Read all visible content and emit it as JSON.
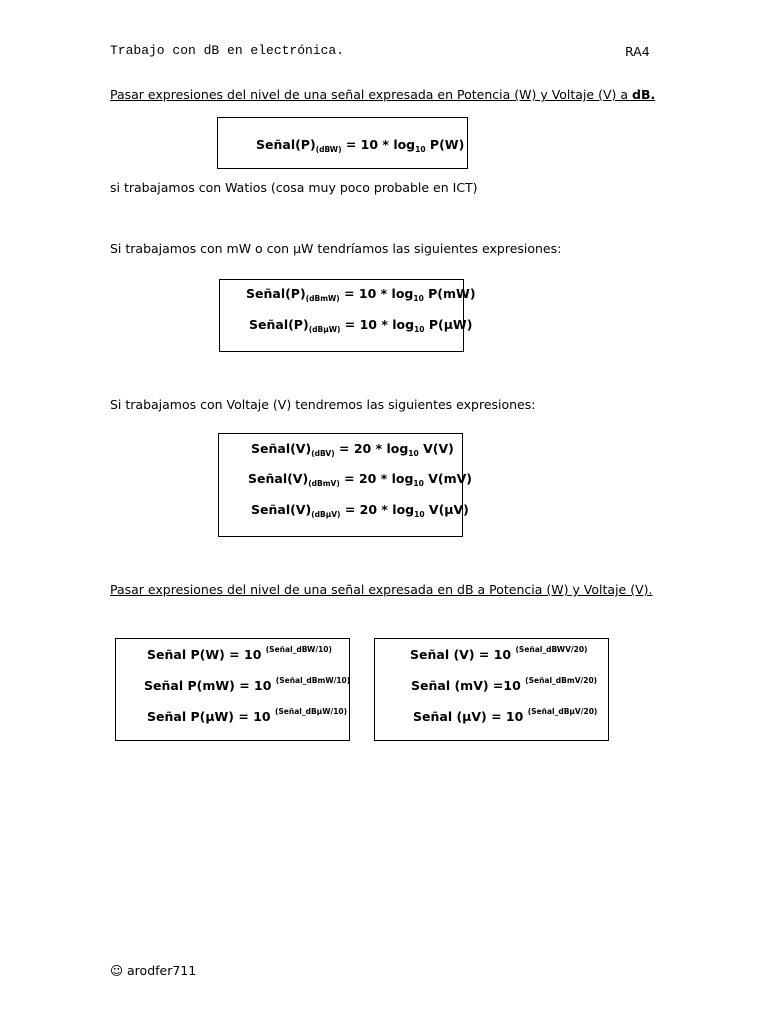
{
  "header": {
    "title": "Trabajo con dB en electrónica.",
    "code": "RA4"
  },
  "section1": {
    "heading_prefix": "Pasar expresiones del nivel de una señal expresada en  Potencia (W) y Voltaje (V) a ",
    "heading_bold": "dB.",
    "box1": {
      "lhs": "Señal(P)",
      "sub": "(dBW)",
      "mid": " = 10 * log",
      "logsub": "10",
      "rhs": " P(W)"
    },
    "note_watts": "si trabajamos con Watios (cosa muy poco probable en ICT)",
    "intro_mw": "Si trabajamos con  mW o con µW tendríamos las siguientes expresiones:",
    "box2": [
      {
        "lhs": "Señal(P)",
        "sub": "(dBmW)",
        "mid": " = 10 * log",
        "logsub": "10",
        "rhs": " P(mW)"
      },
      {
        "lhs": "Señal(P)",
        "sub": "(dBµW)",
        "mid": " = 10 * log",
        "logsub": "10",
        "rhs": " P(µW)"
      }
    ],
    "intro_v": "Si trabajamos con Voltaje (V) tendremos las siguientes expresiones:",
    "box3": [
      {
        "lhs": "Señal(V)",
        "sub": "(dBV)",
        "mid": " = 20 * log",
        "logsub": "10",
        "rhs": "  V(V)"
      },
      {
        "lhs": "Señal(V)",
        "sub": "(dBmV)",
        "mid": " = 20 * log",
        "logsub": "10",
        "rhs": " V(mV)"
      },
      {
        "lhs": "Señal(V)",
        "sub": "(dBµV)",
        "mid": " = 20 * log",
        "logsub": "10",
        "rhs": " V(µV)"
      }
    ]
  },
  "section2": {
    "heading": "Pasar expresiones del nivel de una señal expresada en dB  a  Potencia (W) y Voltaje (V).",
    "box_power": [
      {
        "base": "Señal P(W) = 10 ",
        "exp": "(Señal_dBW/10)"
      },
      {
        "base": "Señal P(mW) = 10 ",
        "exp": "(Señal_dBmW/10)"
      },
      {
        "base": "Señal P(µW) = 10 ",
        "exp": "(Señal_dBµW/10)"
      }
    ],
    "box_voltage": [
      {
        "base": "Señal   (V) = 10 ",
        "exp": "(Señal_dBWV/20)"
      },
      {
        "base": "Señal  (mV) =10 ",
        "exp": "(Señal_dBmV/20)"
      },
      {
        "base": "Señal  (µV) = 10 ",
        "exp": "(Señal_dBµV/20)"
      }
    ]
  },
  "footer": {
    "symbol": "☺",
    "author": "arodfer711"
  }
}
